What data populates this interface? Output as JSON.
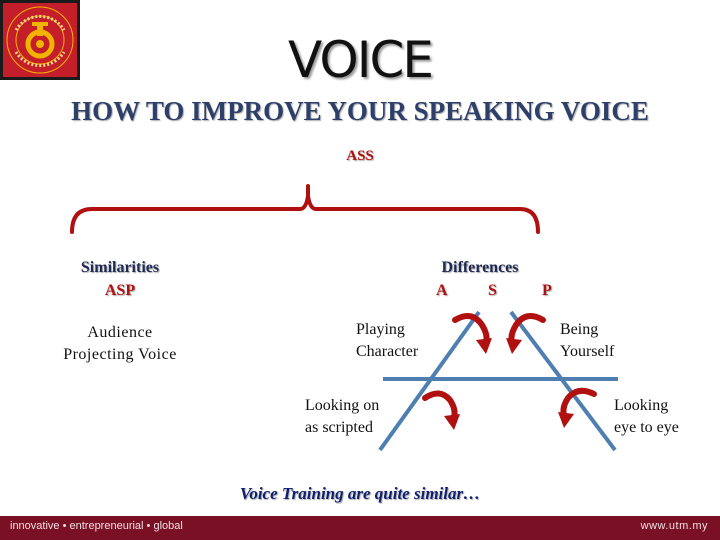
{
  "logo": {
    "ring_text": "UNIVERSITI TEKNOLOGI MALAYSIA",
    "colors": {
      "background": "#c41e2a",
      "gold": "#f0b400"
    }
  },
  "title": "VOICE",
  "subtitle": "HOW TO IMPROVE YOUR SPEAKING VOICE",
  "diagram": {
    "root": "ASS",
    "similarities": {
      "heading": "Similarities",
      "sub": "ASP",
      "items": [
        "Audience",
        "Projecting Voice"
      ]
    },
    "differences": {
      "heading": "Differences",
      "letters": [
        "A",
        "S",
        "P"
      ],
      "left_top": "Playing\nCharacter",
      "right_top": "Being\nYourself",
      "left_bottom": "Looking on\nas scripted",
      "right_bottom": "Looking\neye to eye"
    },
    "conclusion": "Voice Training are quite similar…"
  },
  "footer": {
    "tagline": "innovative • entrepreneurial • global",
    "website": "www.utm.my"
  },
  "colors": {
    "accent_red": "#b01010",
    "navy": "#1f2a52",
    "line_blue": "#4f7fb0",
    "footer": "#7a1023"
  }
}
